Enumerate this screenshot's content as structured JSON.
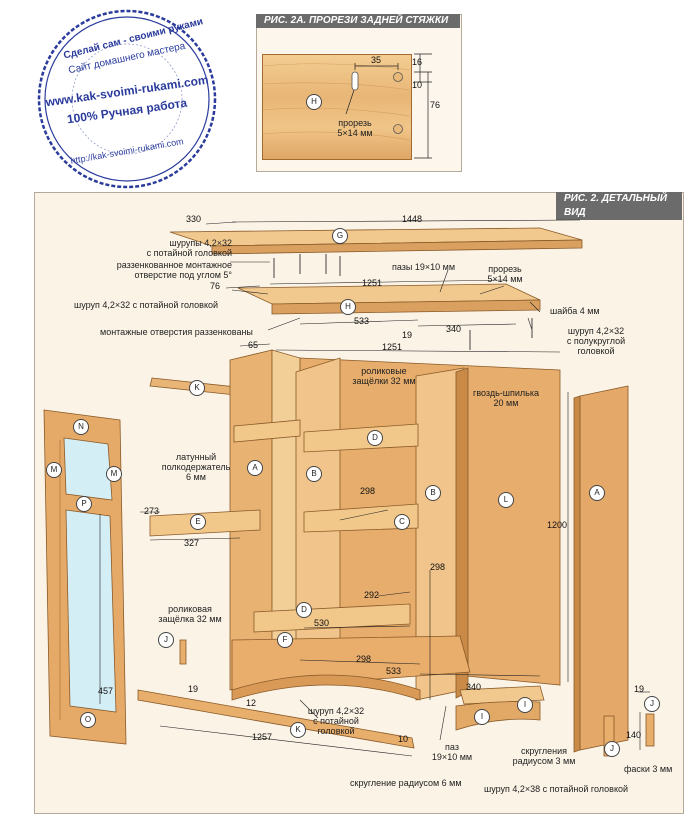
{
  "stamp": {
    "ring_top": "Сделай сам - своими руками",
    "subtitle": "Сайт домашнего мастера",
    "url": "www.kak-svoimi-rukami.com",
    "tagline": "100% Ручная работа",
    "ring_bottom": "http://kak-svoimi-rukami.com"
  },
  "fig2a": {
    "title": "РИС. 2А. ПРОРЕЗИ ЗАДНЕЙ СТЯЖКИ",
    "part": "H",
    "slot_label": "прорезь\n5×14 мм",
    "dims": {
      "d35": "35",
      "d16": "16",
      "d10": "10",
      "d76": "76"
    }
  },
  "fig2": {
    "title": "РИС. 2. ДЕТАЛЬНЫЙ ВИД",
    "labels": {
      "screws_top": "шурупы 4,2×32\nс потайной головкой",
      "countersunk_hole": "раззенкованное монтажное\nотверстие под углом 5°",
      "screw_left": "шуруп 4,2×32 с потайной головкой",
      "mount_holes": "монтажные отверстия раззенкованы",
      "grooves": "пазы 19×10 мм",
      "slot": "прорезь\n5×14 мм",
      "washer": "шайба 4 мм",
      "screw_round": "шуруп 4,2×32\nс полукруглой\nголовкой",
      "roller_latches": "роликовые\nзащёлки 32 мм",
      "pin_nail": "гвоздь-шпилька\n20 мм",
      "brass_holder": "латунный\nполкодержатель\n6 мм",
      "roller_latch": "роликовая\nзащёлка 32 мм",
      "screw_bottom": "шуруп 4,2×32\nс потайной головкой",
      "groove_bottom": "паз\n19×10 мм",
      "rounding3": "скругления\nрадиусом 3 мм",
      "chamfer": "фаски 3 мм",
      "rounding6": "скругление радиусом 6 мм",
      "screw_438": "шуруп 4,2×38 с потайной головкой"
    },
    "dims": {
      "d330": "330",
      "d1448": "1448",
      "d76": "76",
      "d1251a": "1251",
      "d533a": "533",
      "d19a": "19",
      "d340a": "340",
      "d65": "65",
      "d1251b": "1251",
      "d1200": "1200",
      "d273": "273",
      "d327": "327",
      "d298a": "298",
      "d298b": "298",
      "d292": "292",
      "d530": "530",
      "d298c": "298",
      "d533b": "533",
      "d340b": "340",
      "d457": "457",
      "d19b": "19",
      "d12": "12",
      "d1257": "1257",
      "d10": "10",
      "d19c": "19",
      "d140": "140"
    },
    "parts": [
      "G",
      "H",
      "K",
      "A",
      "B",
      "C",
      "D",
      "E",
      "F",
      "L",
      "N",
      "M",
      "M",
      "P",
      "O",
      "J",
      "D",
      "B",
      "A",
      "I",
      "J",
      "I",
      "J"
    ]
  },
  "colors": {
    "wood_light": "#f1c98e",
    "wood_mid": "#dca060",
    "wood_dark": "#b87a3c",
    "stamp_blue": "#2a3b9c",
    "header_gray": "#6b6b6b"
  }
}
